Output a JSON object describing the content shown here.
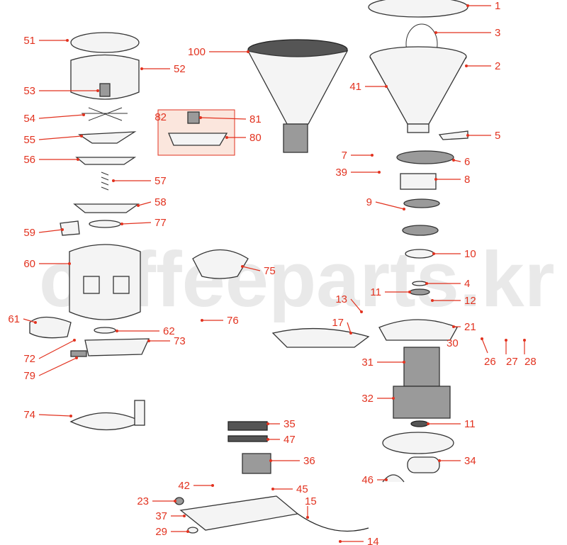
{
  "diagram": {
    "watermark": "coffeeparts.kr",
    "colors": {
      "label": "#e2321f",
      "part_stroke": "#333333",
      "group_box": "#fbe6dd"
    },
    "labels": [
      "51",
      "52",
      "53",
      "54",
      "55",
      "56",
      "57",
      "58",
      "77",
      "59",
      "60",
      "61",
      "62",
      "73",
      "72",
      "79",
      "76",
      "74",
      "100",
      "82",
      "81",
      "80",
      "75",
      "1",
      "3",
      "2",
      "41",
      "5",
      "7",
      "6",
      "39",
      "8",
      "9",
      "10",
      "4",
      "11",
      "12",
      "13",
      "17",
      "21",
      "30",
      "26",
      "27",
      "28",
      "31",
      "32",
      "11",
      "34",
      "46",
      "35",
      "47",
      "36",
      "42",
      "45",
      "23",
      "15",
      "37",
      "29",
      "14"
    ]
  }
}
